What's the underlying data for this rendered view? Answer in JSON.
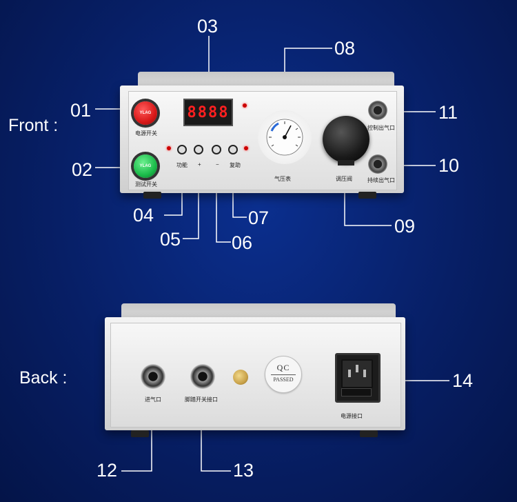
{
  "labels": {
    "front": "Front :",
    "back": "Back :"
  },
  "callouts": [
    "01",
    "02",
    "03",
    "04",
    "05",
    "06",
    "07",
    "08",
    "09",
    "10",
    "11",
    "12",
    "13",
    "14"
  ],
  "front_panel": {
    "display_text": "8888",
    "power_switch_label": "电源开关",
    "test_switch_label": "测试开关",
    "button_labels": [
      "功能",
      "+",
      "−",
      "复助"
    ],
    "gauge_label": "气压表",
    "regulator_label": "调压阀",
    "control_outlet_label": "控制出气口",
    "continuous_outlet_label": "持续出气口",
    "power_btn_text": "YLAG",
    "test_btn_text": "YLAG"
  },
  "back_panel": {
    "air_inlet_label": "进气口",
    "foot_switch_label": "脚踏开关接口",
    "power_socket_label": "电源接口",
    "qc_top": "QC",
    "qc_bottom": "PASSED"
  },
  "colors": {
    "background": "#071f66",
    "power_button": "#d81818",
    "test_button": "#1bbb4a",
    "display_digits": "#ff2020"
  }
}
